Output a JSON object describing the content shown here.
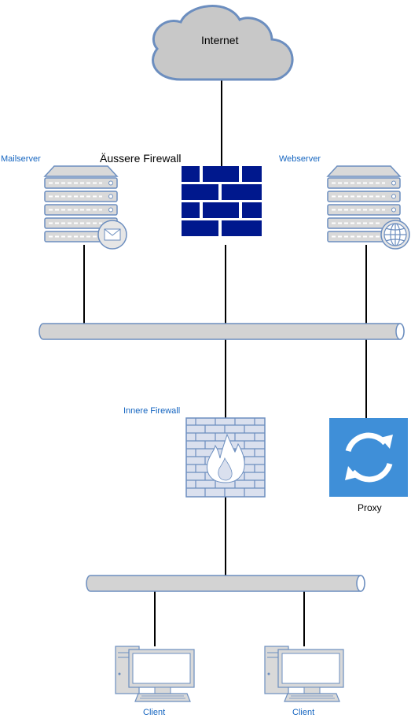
{
  "nodes": {
    "internet": {
      "label": "Internet",
      "icon": "cloud-icon"
    },
    "outer_firewall": {
      "label": "Äussere Firewall",
      "icon": "brick-wall-icon"
    },
    "mailserver": {
      "label": "Mailserver",
      "icon": "mail-server-icon"
    },
    "webserver": {
      "label": "Webserver",
      "icon": "web-server-icon"
    },
    "inner_firewall": {
      "label": "Innere Firewall",
      "icon": "firewall-flame-icon"
    },
    "proxy": {
      "label": "Proxy",
      "icon": "proxy-sync-icon"
    },
    "client_left": {
      "label": "Client",
      "icon": "desktop-computer-icon"
    },
    "client_right": {
      "label": "Client",
      "icon": "desktop-computer-icon"
    }
  },
  "colors": {
    "cloud_fill": "#c8c8c8",
    "cloud_stroke": "#6c8ebf",
    "outer_firewall": "#00188d",
    "server_fill": "#d9d9d9",
    "server_stroke": "#6c8ebf",
    "inner_firewall_fill": "#dae0ee",
    "inner_firewall_stroke": "#6c8ebf",
    "proxy_bg": "#3f8fd8",
    "bus_fill": "#d3d3d3",
    "bus_stroke": "#6c8ebf",
    "link": "#000000",
    "blue_label": "#1565c0"
  }
}
